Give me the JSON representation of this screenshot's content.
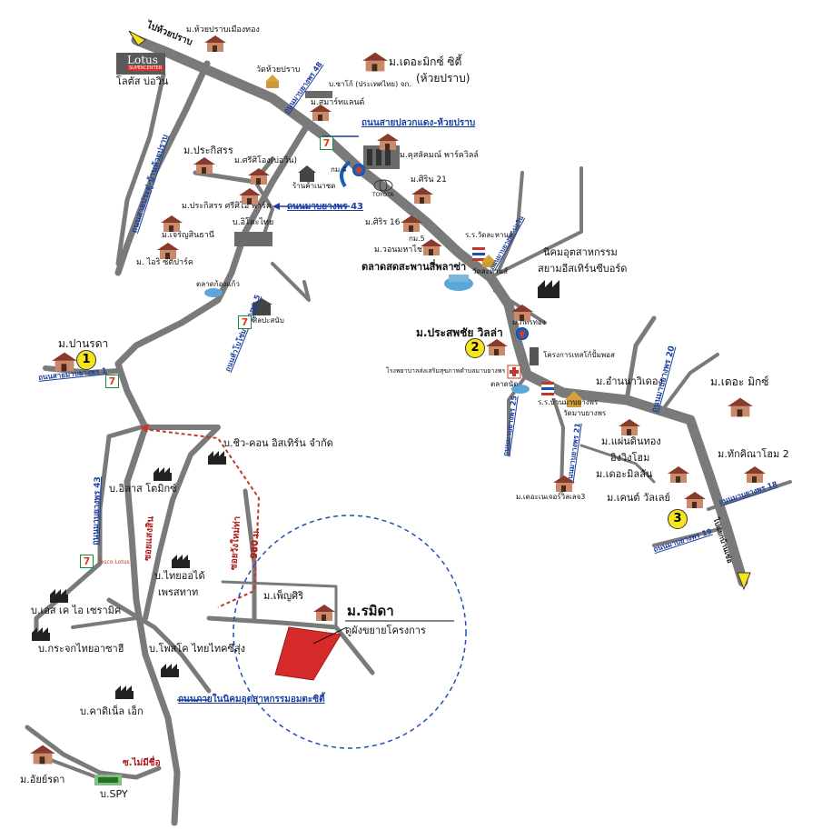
{
  "roads": {
    "to_huai_prap": "ไปห้วยปราบ",
    "huai_prap_road": "ถนนสายปลวกแดง-ห้วยปราบ",
    "mabyangporn_43_top": "ถนนมาบยางพร 43",
    "mabyangporn_48": "ถนนมาบยางพร 48",
    "pradu_road": "ถนนสายประดู่-บ้านห้วยปราบ",
    "mabyangporn_west": "ถนนสายมาบยางพร 1",
    "mabyangporn_43_left": "ถนนมาบยางพร 43",
    "mabyangporn_5": "ถนนหัวโบโซ่มาบยางพร 5",
    "mabyangporn_east": "ถนนมาบยางพร-บ่อวิน",
    "mabyangporn_20": "ถนนมาบยางพร 20",
    "mabyangporn_25": "ถนนมาบยางพร 25",
    "mabyangporn_21": "ถนนมาบยางพร 21",
    "mabyangporn_18": "ถนนมาบยางพร 18",
    "mabyangporn_19": "ถนนมาบยางพร 19",
    "to_huai_yai": "ไปแยกบ้านเซ่อ",
    "industrial_estate_road": "ถนนภายในนิคมอุตสาหกรรมอมตะซิตี้",
    "soi_phankan": "ซอยแสงสิน",
    "soi_thai": "ซอยวังใหม่ท่า",
    "distance": "980 ม.",
    "soi_mai_mee_chue": "ซ.ไม่มีชื่อ"
  },
  "places": {
    "m_huaiprap_muangthong": "ม.ห้วยปราบเมืองทอง",
    "m_the_mix_city": "ม.เดอะมิกซ์ ซิตี้",
    "m_the_mix_city_sub": "(ห้วยปราบ)",
    "lotus_name": "Lotus",
    "lotus_sub": "SUPERCENTER",
    "lotus_thai": "โลตัส บ่อวิน",
    "wat_huaiprap": "วัดห้วยปราบ",
    "m_bridge_co": "บ.ซาโก้ (ประเทศไทย) จก.",
    "m_samarthaland": "ม.สมาร์ทแลนด์",
    "m_prakisorn": "ม.ประกิสรร",
    "m_srisiam": "ม.ศรีศิโอง(บ่อวิน)",
    "m_kusalukphan": "ม.คุสลัคมณ์ พาร์ควิลล์",
    "m_prakisorn_srisiam": "ม.ประกิสรร ศรีศิโอ พาร์ค",
    "restaurant": "ร้านค้าเนาชด",
    "km4": "กม.4",
    "toyota": "TOYOTA",
    "m_sirin_21": "ม.ศิริน 21",
    "b_itakohtai": "บ.อิโตะไทย",
    "m_charoen_thani": "ม.เจริญสินธานี",
    "m_iris_park": "ม. ไอริ ซิตี้ปาร์ค",
    "m_siri_16": "ม.ศิริร 16",
    "km5": "กม.5",
    "m_wangmai": "ม.วอนมหาไชย์",
    "talad": "ตลาดสดสะพานสี่พลาซ่า",
    "school": "ร.ร.วัดละหานส์",
    "wat_lahan": "วัดละหานส์",
    "industrial_estate": "นิคมอุตสาหกรรม",
    "industrial_estate_name": "สยามอีสเทิร์นซีบอร์ด",
    "talad_kao": "ตลาดก้องแก้ว",
    "thai_ocean": "ศิลปะสนับ",
    "m_pannarada": "ม.ปานรดา",
    "m_prasatchai": "ม.ประสพชัย วิลล่า",
    "m_pattarathong": "ม.ภัทรทอง",
    "hospital_project": "โครงการเทสโก้ปั้มพอส",
    "hospital": "โรงพยาบาลส่งเสริมสุขภาพตำบลมาบยางพร",
    "talad_nut": "ตลาดนัด",
    "m_anan_wiang": "ม.อำนนาวิเดอง",
    "m_the_mix": "ม.เดอะ มิกซ์",
    "school_mabyangporn": "ร.ร.บ้านมาบยางพร",
    "wat_mabyangporn": "วัดมาบยางพร",
    "m_paen_din_thong": "ม.แผ่นดินทอง",
    "m_ising_home": "อิงวิงโฮม",
    "m_the_millen": "ม.เดอะมิลลัน",
    "m_thakin_home": "ม.ทักคิณาโฮม 2",
    "m_the_forest": "ม.เดอะเนเจอร์วิลเลจ3",
    "m_kent": "ม.เคนต์ วัลเลย์",
    "b_chewcon": "บ.ชิว-คอน อิสเทิร์น จำกัด",
    "b_asia_tomix": "บ.อิลาส โตมิกซ์",
    "b_thai_aoyodai": "บ.ไทยออได้",
    "b_thai_aoyodai_sub": "เพรสทาท",
    "m_phenphu": "ม.เพ็ญศิริ",
    "m_ramida": "ม.รมิดา",
    "ramida_sub": "ดูผังขยายโครงการ",
    "b_sk_ceramic": "บ.เอส เค ไอ เซรามิค",
    "b_krajok_thai": "บ.กระจกไทยอาซาฮี",
    "b_posco": "บ.โพสโค ไทยไทคซีสุ่ง",
    "b_caterpillar": "บ.คาดิเน็ล เอ็ก",
    "m_aiyarada": "ม.อัยย์รดา",
    "b_spy": "บ.SPY",
    "tesco_small": "Tesco Lotus"
  },
  "badges": {
    "one": "1",
    "two": "2",
    "three": "3",
    "seven": "7"
  },
  "colors": {
    "road": "#7a7a7a",
    "road_label": "#1b3f9c",
    "route_dash": "#c0392b",
    "circle": "#1e4fb6",
    "project_plot": "#d52b2b",
    "badge": "#f4e51c"
  }
}
